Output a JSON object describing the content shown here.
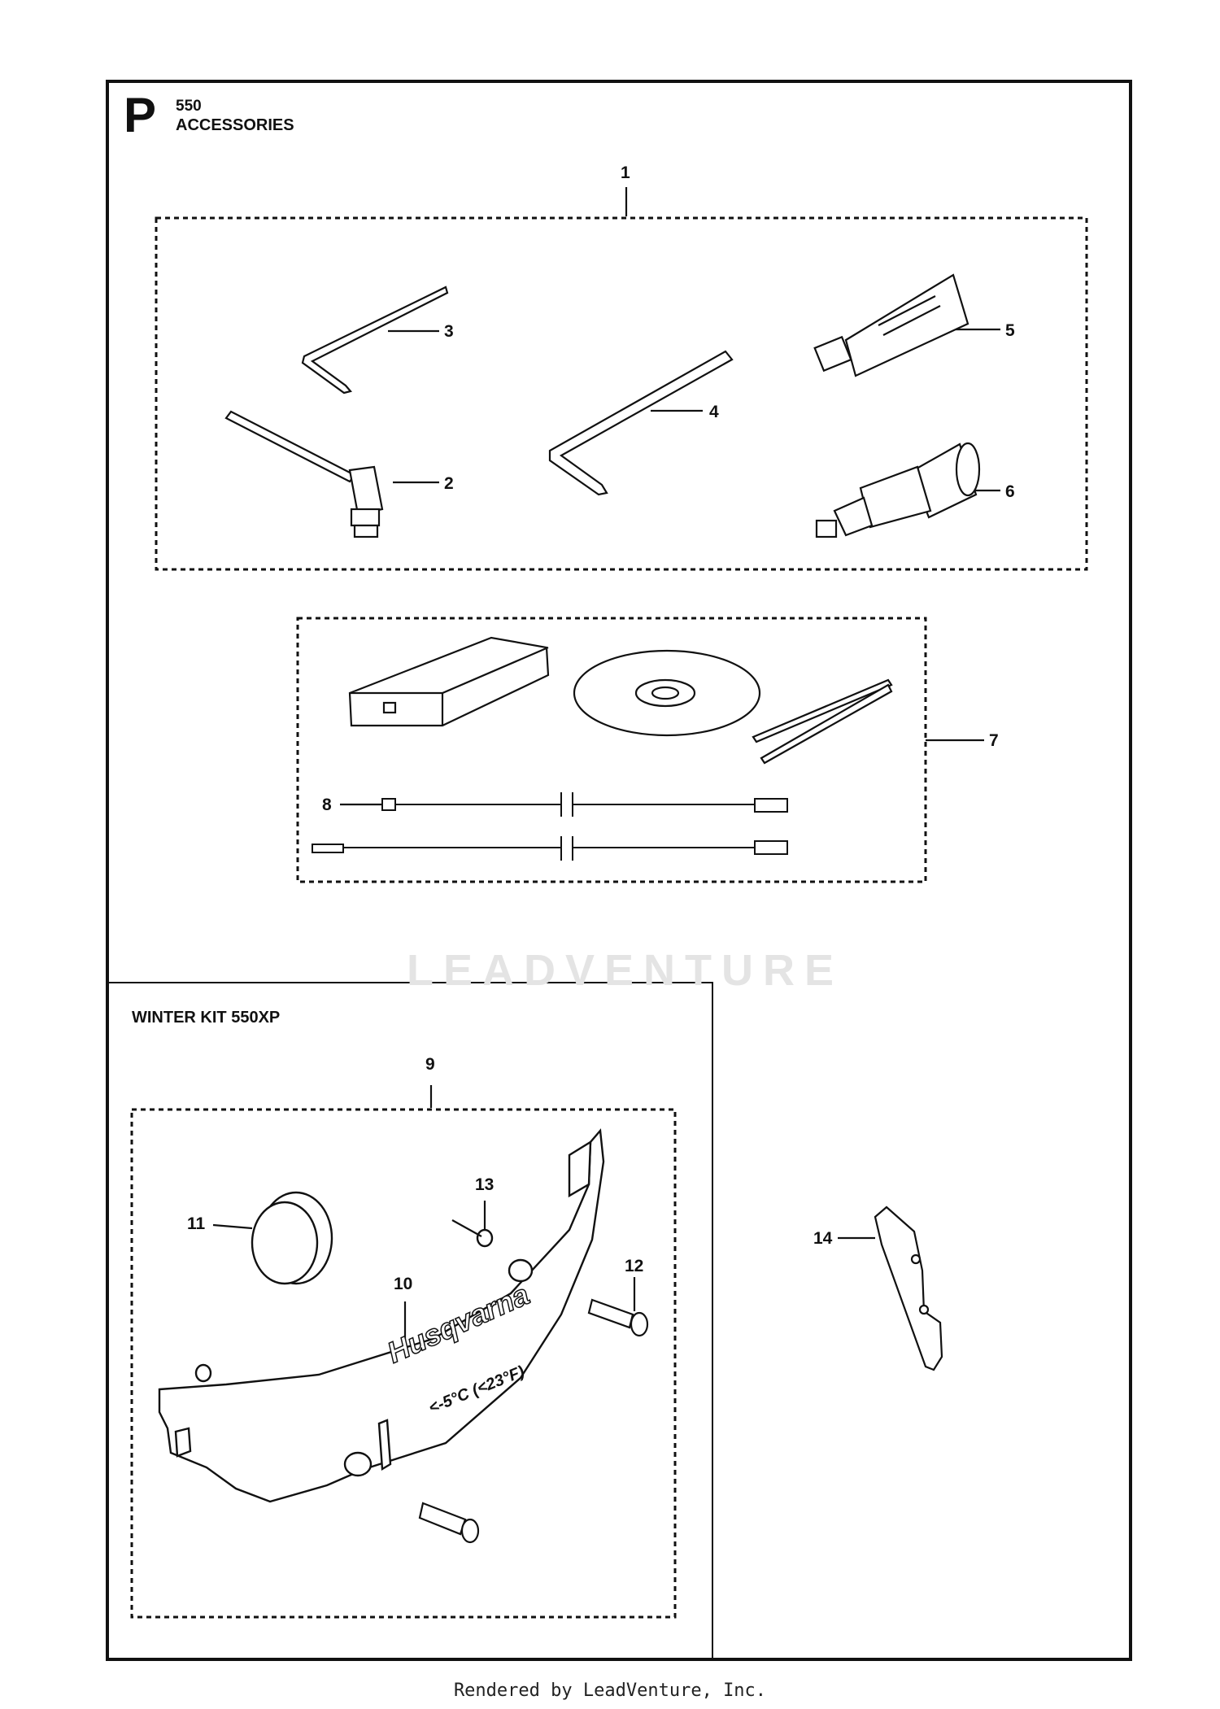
{
  "header": {
    "section_letter": "P",
    "model": "550",
    "title": "ACCESSORIES"
  },
  "subsection": {
    "title": "WINTER KIT 550XP"
  },
  "parts": [
    {
      "number": "1"
    },
    {
      "number": "2"
    },
    {
      "number": "3"
    },
    {
      "number": "4"
    },
    {
      "number": "5"
    },
    {
      "number": "6"
    },
    {
      "number": "7"
    },
    {
      "number": "8"
    },
    {
      "number": "9"
    },
    {
      "number": "10"
    },
    {
      "number": "11"
    },
    {
      "number": "12"
    },
    {
      "number": "13"
    },
    {
      "number": "14"
    }
  ],
  "logo_text": "Husqvarna",
  "cover_label": "<-5°C (<23°F)",
  "watermark": "LEADVENTURE",
  "footer": "Rendered by LeadVenture, Inc.",
  "colors": {
    "line": "#111111",
    "watermark": "#e4e4e4",
    "background": "#ffffff"
  }
}
